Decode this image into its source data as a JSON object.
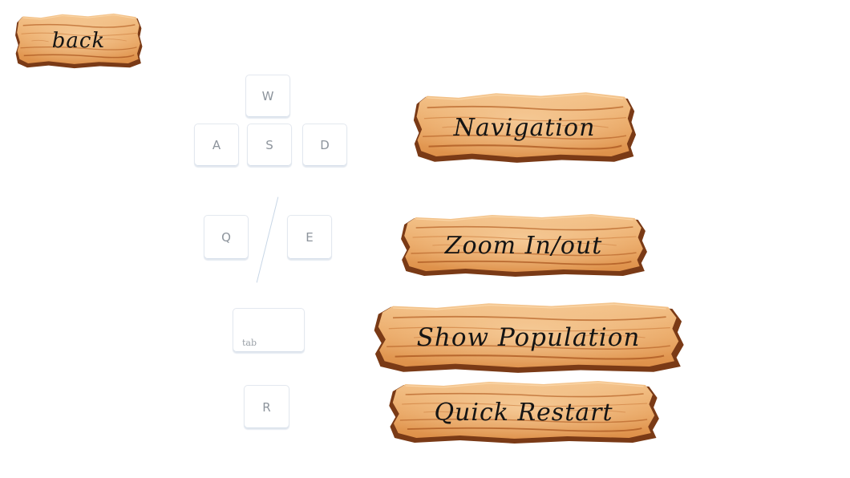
{
  "colors": {
    "wood_light": "#f0b779",
    "wood_mid": "#e49a55",
    "wood_dark": "#a3501f",
    "wood_shadow": "#6e3415",
    "key_border": "#e3e8ef",
    "key_text": "#8d949c"
  },
  "back_button": {
    "label": "back"
  },
  "keys": {
    "w": "W",
    "a": "A",
    "s": "S",
    "d": "D",
    "q": "Q",
    "e": "E",
    "tab": "tab",
    "r": "R"
  },
  "controls": [
    {
      "id": "navigation",
      "label": "Navigation"
    },
    {
      "id": "zoom",
      "label": "Zoom In/out"
    },
    {
      "id": "population",
      "label": "Show Population"
    },
    {
      "id": "restart",
      "label": "Quick Restart"
    }
  ]
}
